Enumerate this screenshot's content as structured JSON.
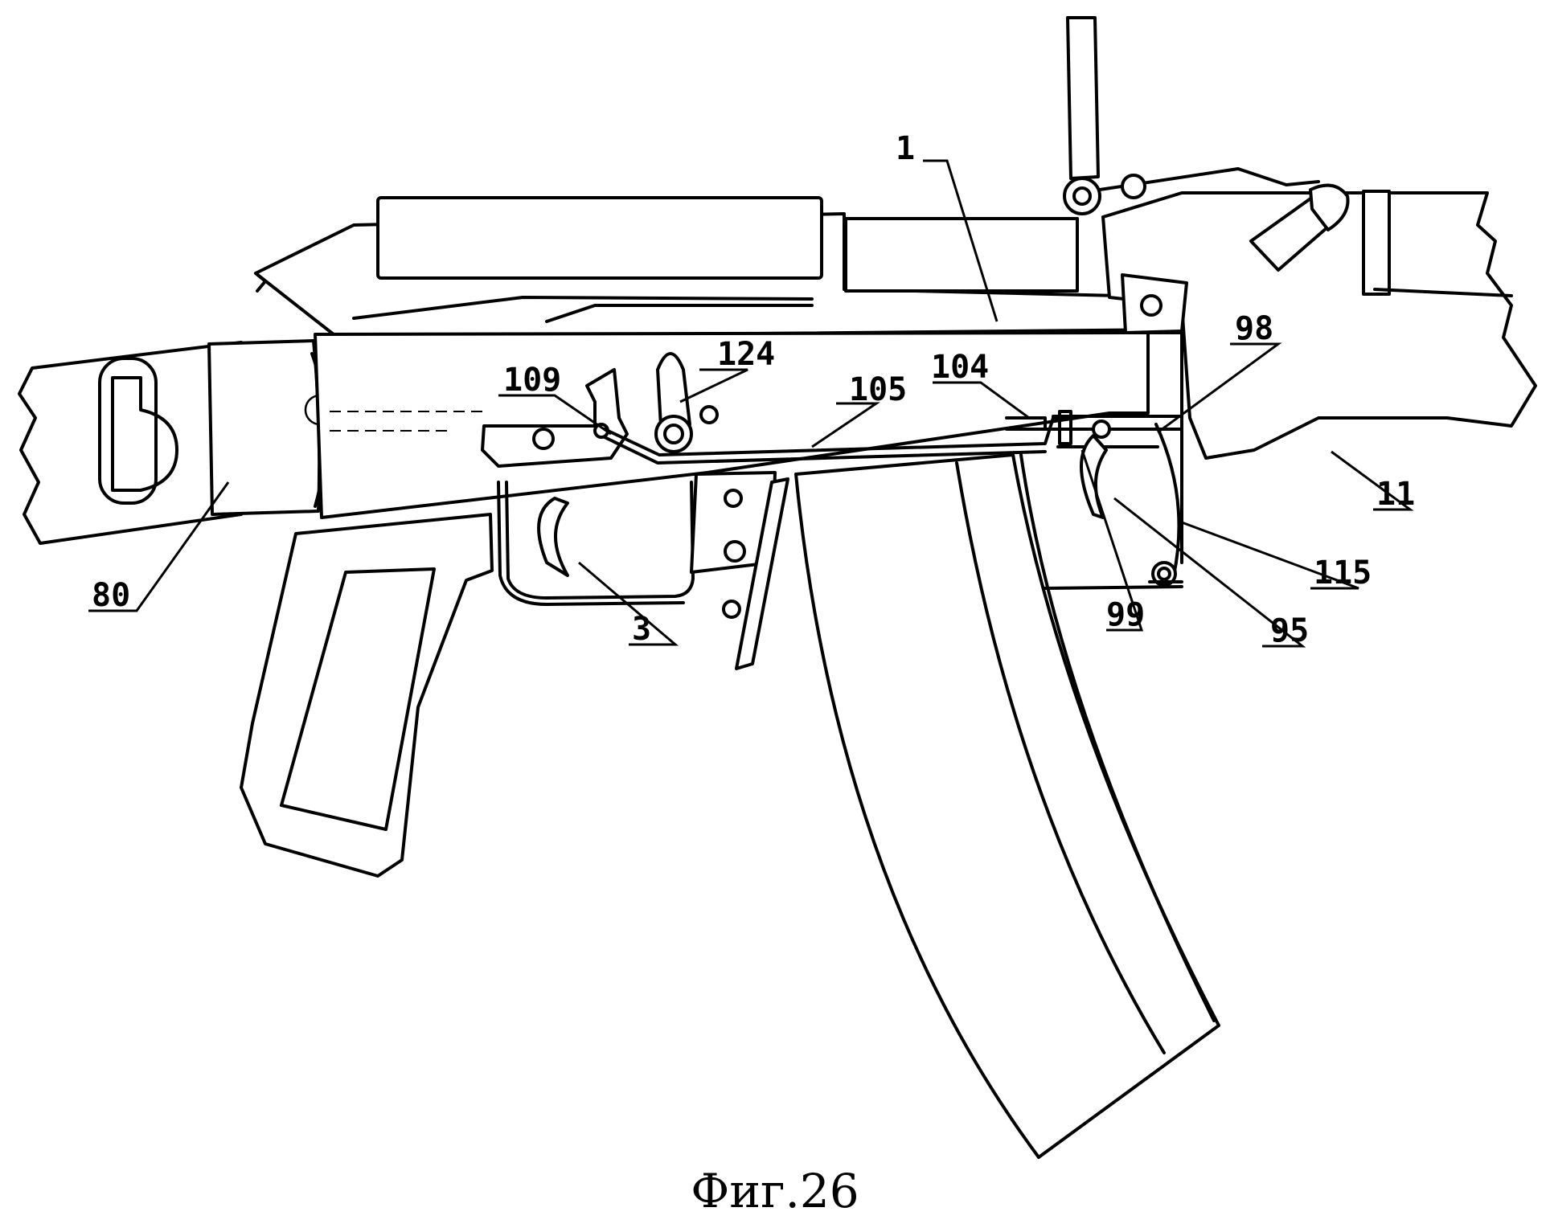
{
  "figure": {
    "caption": "Фиг.26",
    "labels": [
      {
        "id": "1",
        "text": "1"
      },
      {
        "id": "124",
        "text": "124"
      },
      {
        "id": "109",
        "text": "109"
      },
      {
        "id": "104",
        "text": "104"
      },
      {
        "id": "105",
        "text": "105"
      },
      {
        "id": "98",
        "text": "98"
      },
      {
        "id": "11",
        "text": "11"
      },
      {
        "id": "115",
        "text": "115"
      },
      {
        "id": "95",
        "text": "95"
      },
      {
        "id": "99",
        "text": "99"
      },
      {
        "id": "3",
        "text": "3"
      },
      {
        "id": "80",
        "text": "80"
      }
    ]
  }
}
